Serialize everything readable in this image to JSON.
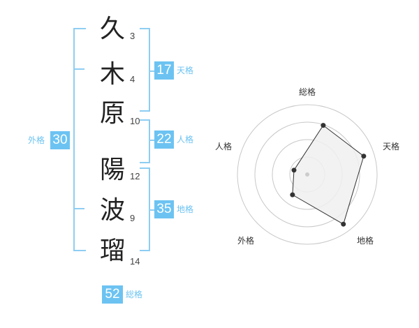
{
  "name": {
    "chars": [
      {
        "char": "久",
        "strokes": "3"
      },
      {
        "char": "木",
        "strokes": "4"
      },
      {
        "char": "原",
        "strokes": "10"
      },
      {
        "char": "陽",
        "strokes": "12"
      },
      {
        "char": "波",
        "strokes": "9"
      },
      {
        "char": "瑠",
        "strokes": "14"
      }
    ]
  },
  "kaku": {
    "tenkaku": {
      "value": "17",
      "label": "天格"
    },
    "jinkaku": {
      "value": "22",
      "label": "人格"
    },
    "chikaku": {
      "value": "35",
      "label": "地格"
    },
    "gaikaku": {
      "value": "30",
      "label": "外格"
    },
    "soukaku": {
      "value": "52",
      "label": "総格"
    }
  },
  "chart_data": {
    "type": "radar",
    "axes": [
      "総格",
      "天格",
      "地格",
      "外格",
      "人格"
    ],
    "values": [
      0.74,
      0.85,
      0.88,
      0.36,
      0.2
    ],
    "rings": 4,
    "colors": {
      "fill": "#f0f0f0",
      "line": "#333333",
      "ring": "#c8c8c8"
    }
  }
}
